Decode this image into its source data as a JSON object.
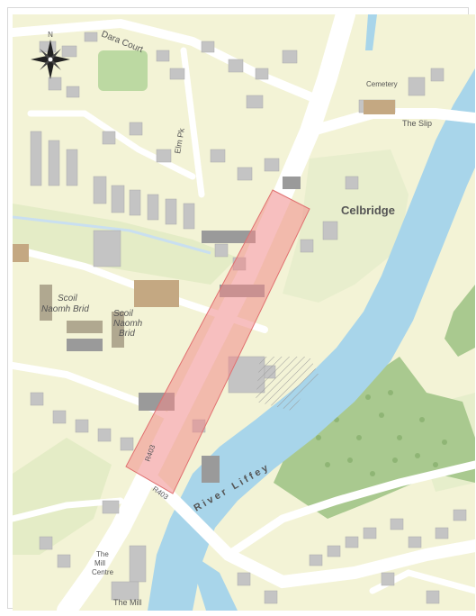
{
  "map": {
    "labels": {
      "celbridge": "Celbridge",
      "dara_court": "Dara Court",
      "elm_pk": "Elm Pk",
      "cemetery": "Cemetery",
      "the_slip": "The Slip",
      "scoil1": "Scoil",
      "scoil1b": "Naomh Brid",
      "scoil2": "Scoil",
      "scoil2b": "Naomh",
      "scoil2c": "Brid",
      "river": "River Liffey",
      "r403a": "R403",
      "r403b": "R403",
      "mill1": "The",
      "mill2": "Mill",
      "mill3": "Centre",
      "the_mill": "The Mill"
    },
    "colors": {
      "land": "#f3f3d6",
      "green_field": "#e4ecc6",
      "park": "#bcd9a2",
      "forest": "#a9c98f",
      "water": "#a8d5ea",
      "road": "#ffffff",
      "building": "#c4c4c4",
      "building_dark": "#9a9a9a",
      "building_brown": "#c4a882",
      "highlight": "#f08a8a"
    },
    "icons": [
      "compass-rose-icon"
    ]
  }
}
